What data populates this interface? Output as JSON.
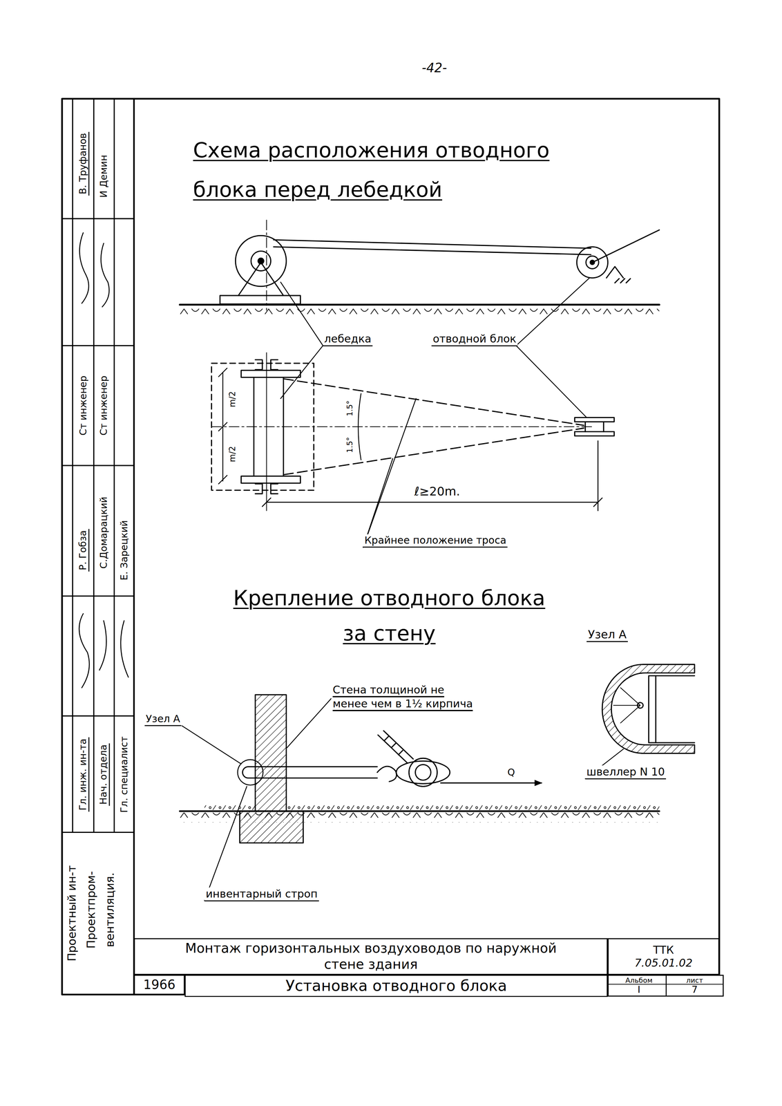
{
  "diagram": {
    "title": "Схема расположения отводного блока перед лебедкой",
    "nodes": [
      {
        "text": [
          "Монтаж горизонтальных воздуховодов по наружной стене здания"
        ]
      },
      {
        "text": [
          "ТТК",
          "7.05.01.02"
        ]
      },
      {
        "text": [
          "1966"
        ]
      },
      {
        "text": [
          "Установка отводного блока"
        ]
      },
      {
        "text": [
          "Альбом",
          "I"
        ]
      },
      {
        "text": [
          "лист",
          "7"
        ]
      }
    ],
    "labels": [
      "-42-",
      "В. Труфанов",
      "И Демин",
      "Ст инженер",
      "Ст инженер",
      "Р. Гобза",
      "С.Домарацкий",
      "Е. Зарецкий",
      "Гл. инж. ин-та",
      "Нач. отдела",
      "Гл. специалист",
      "Проектный ин-т",
      "Проектпром-",
      "вентиляция.",
      "лебедка",
      "отводной блок",
      "m/2",
      "m/2",
      "1.5°",
      "1.5°",
      "ℓ≥20m.",
      "Крайнее положение троса",
      "Крепление отводного блока за стену",
      "Узел А",
      "Узел А",
      "Стена толщиной не менее чем в 1½ кирпича",
      "Q",
      "швеллер N 10",
      "инвентарный строп"
    ]
  }
}
